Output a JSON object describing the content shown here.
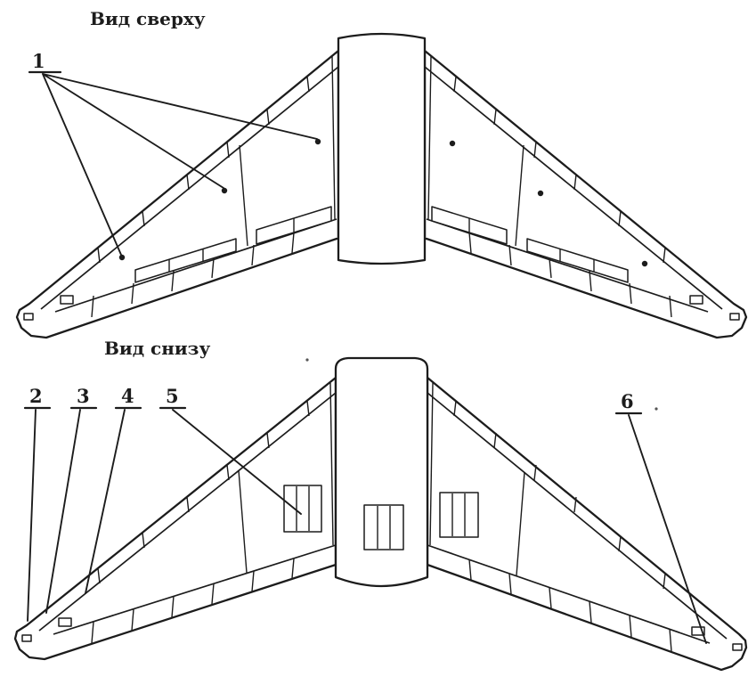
{
  "colors": {
    "ink": "#1c1c1c",
    "paper": "#ffffff"
  },
  "top_view": {
    "title": "Вид сверху",
    "callout_1": "1"
  },
  "bottom_view": {
    "title": "Вид снизу",
    "callout_2": "2",
    "callout_3": "3",
    "callout_4": "4",
    "callout_5": "5",
    "callout_6": "6"
  }
}
